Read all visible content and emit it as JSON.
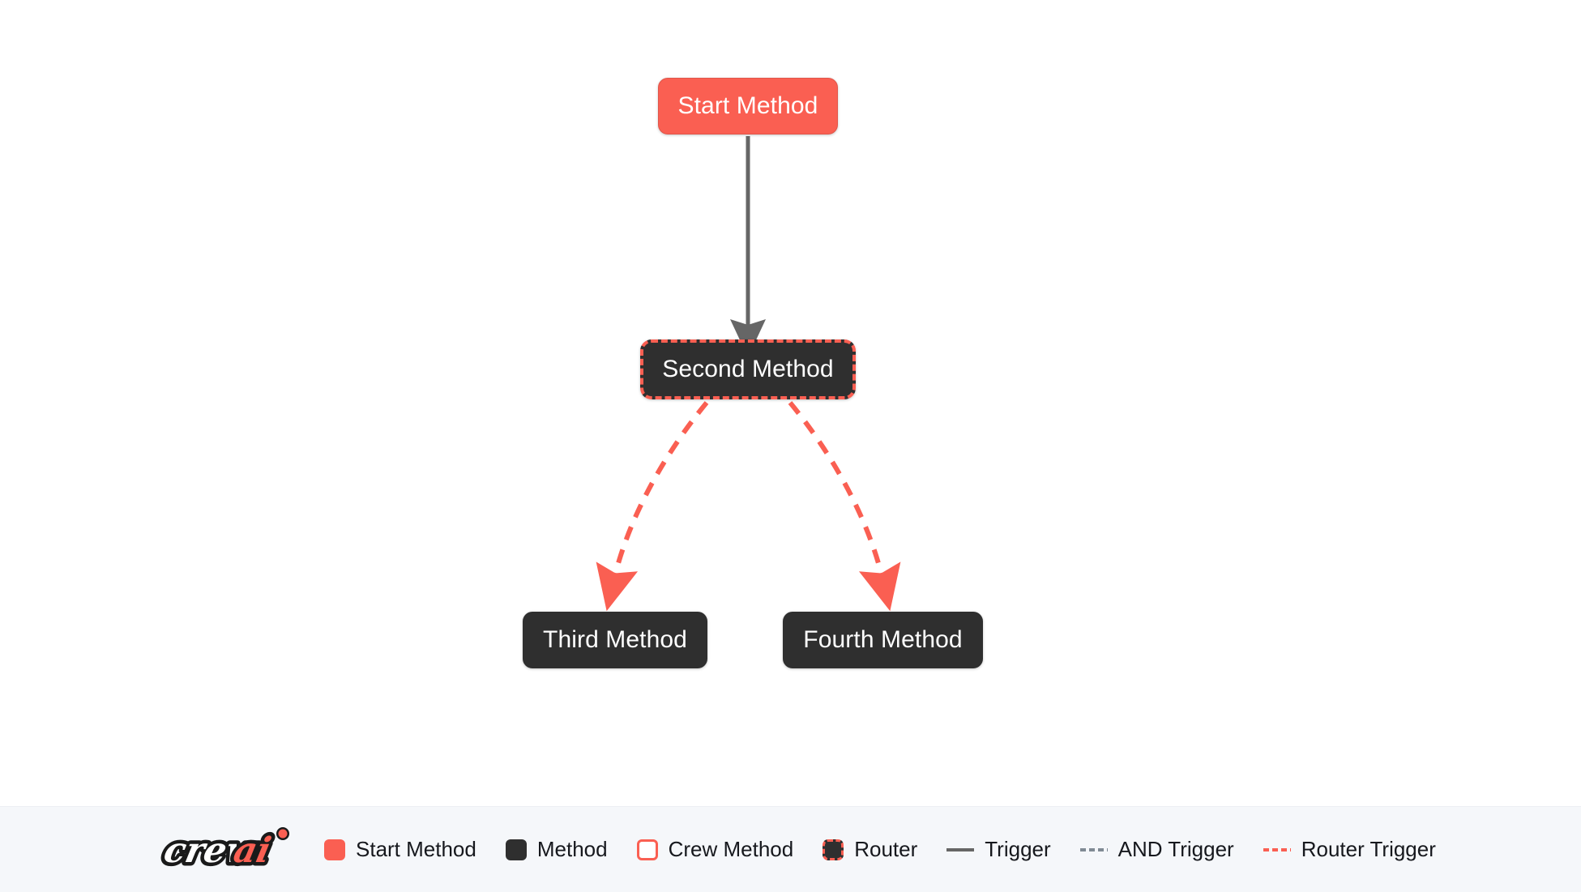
{
  "canvas": {
    "background_color": "#ffffff",
    "nodes": [
      {
        "id": "start",
        "label": "Start Method",
        "type": "start-method"
      },
      {
        "id": "second",
        "label": "Second Method",
        "type": "router"
      },
      {
        "id": "third",
        "label": "Third Method",
        "type": "method"
      },
      {
        "id": "fourth",
        "label": "Fourth Method",
        "type": "method"
      }
    ],
    "edges": [
      {
        "from": "start",
        "to": "third",
        "style": "trigger",
        "color": "#666666"
      },
      {
        "from": "second",
        "to": "third",
        "style": "router-trigger",
        "color": "#fa5f52"
      },
      {
        "from": "second",
        "to": "fourth",
        "style": "router-trigger",
        "color": "#fa5f52"
      }
    ]
  },
  "legend": {
    "brand": {
      "name": "crewai",
      "part_light": "crew",
      "part_accent": "ai",
      "accent_color": "#fa5f52"
    },
    "background_color": "#f5f7fa",
    "items": [
      {
        "label": "Start Method",
        "swatch": "solid-red",
        "color": "#fa5f52"
      },
      {
        "label": "Method",
        "swatch": "solid-dark",
        "color": "#2f2f2f"
      },
      {
        "label": "Crew Method",
        "swatch": "outline-red",
        "color": "#fa5f52"
      },
      {
        "label": "Router",
        "swatch": "router-box",
        "color": "#2f2f2f"
      },
      {
        "label": "Trigger",
        "swatch": "line-solid",
        "color": "#666666"
      },
      {
        "label": "AND Trigger",
        "swatch": "line-dashed",
        "color": "#808a94"
      },
      {
        "label": "Router Trigger",
        "swatch": "line-dashed",
        "color": "#fa5f52"
      }
    ]
  }
}
